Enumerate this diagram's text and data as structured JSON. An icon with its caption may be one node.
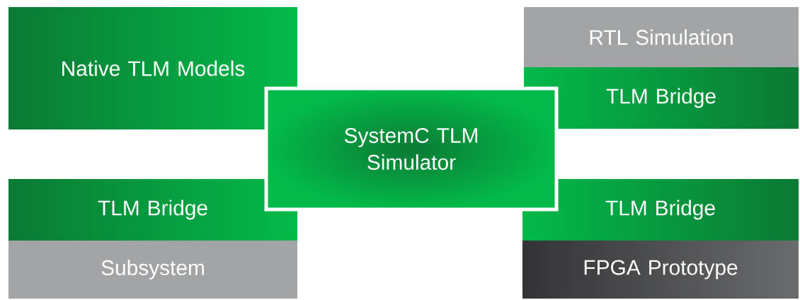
{
  "diagram": {
    "nodes": [
      {
        "text": [
          "Native TLM Models"
        ]
      },
      {
        "text": [
          "SystemC TLM Simulator"
        ]
      },
      {
        "text": [
          "RTL Simulation"
        ]
      },
      {
        "text": [
          "TLM Bridge"
        ]
      },
      {
        "text": [
          "TLM Bridge"
        ]
      },
      {
        "text": [
          "Subsystem"
        ]
      },
      {
        "text": [
          "TLM Bridge"
        ]
      },
      {
        "text": [
          "FPGA Prototype"
        ]
      }
    ]
  }
}
